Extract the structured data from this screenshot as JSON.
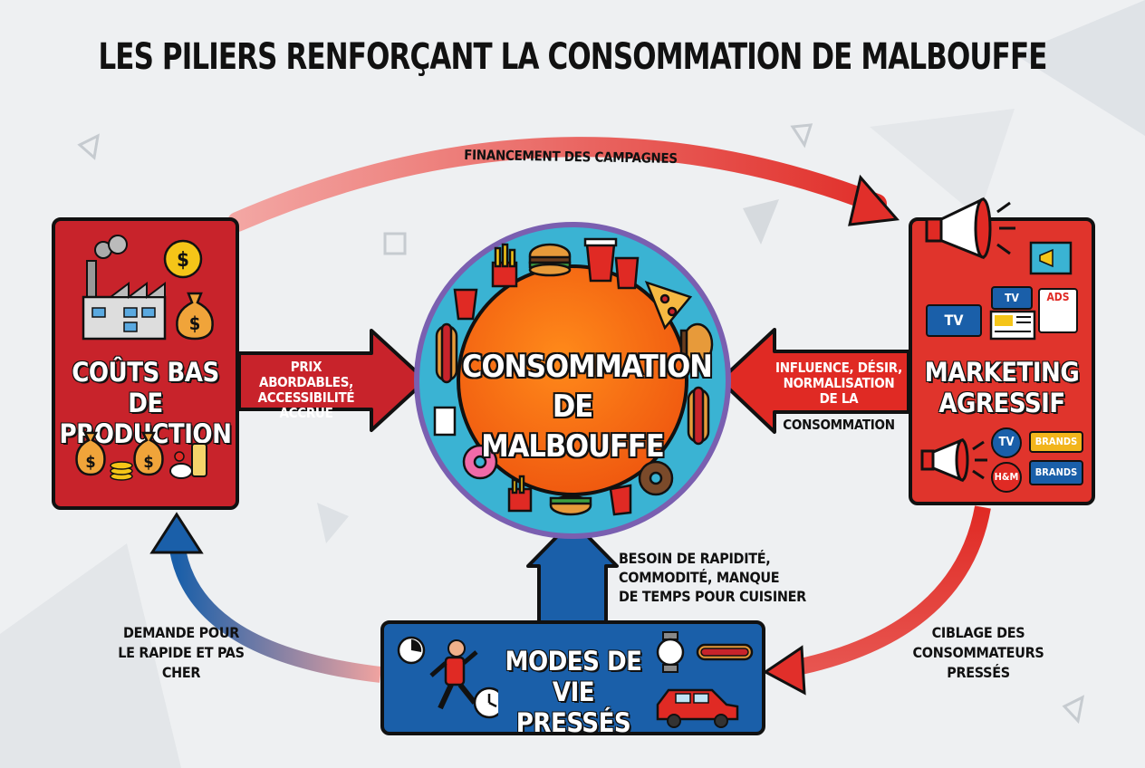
{
  "title": "LES PILIERS RENFORÇANT LA CONSOMMATION DE MALBOUFFE",
  "center": {
    "line1": "CONSOMMATION",
    "line2": "DE MALBOUFFE"
  },
  "left_box": {
    "line1": "COÛTS BAS",
    "line2": "DE PRODUCTION"
  },
  "right_box": {
    "line1": "MARKETING",
    "line2": "AGRESSIF"
  },
  "bottom_box": {
    "line1": "MODES DE VIE",
    "line2": "PRESSÉS"
  },
  "arrows": {
    "top": "FINANCEMENT DES CAMPAGNES",
    "left_to_center": [
      "PRIX ABORDABLES,",
      "ACCESSIBILITÉ",
      "ACCRUE"
    ],
    "right_to_center": [
      "INFLUENCE, DÉSIR,",
      "NORMALISATION",
      "DE LA",
      "CONSOMMATION"
    ],
    "bottom_to_center": [
      "BESOIN DE RAPIDITÉ,",
      "COMMODITÉ, MANQUE",
      "DE TEMPS POUR CUISINER"
    ],
    "bottom_to_left": [
      "DEMANDE POUR",
      "LE RAPIDE ET PAS",
      "CHER"
    ],
    "right_to_bottom": [
      "CIBLAGE DES",
      "CONSOMMATEURS",
      "PRESSÉS"
    ]
  },
  "marketing_badges": {
    "tv1": "TV",
    "tv2": "TV",
    "ads": "ADS",
    "tv3": "TV",
    "brands1": "BRANDS",
    "brands2": "BRANDS",
    "hm": "H&M"
  },
  "colors": {
    "red": "#c8232b",
    "red_light": "#e0342c",
    "blue": "#1a5fa9",
    "orange": "#f36b10",
    "teal": "#3ab3d3"
  }
}
